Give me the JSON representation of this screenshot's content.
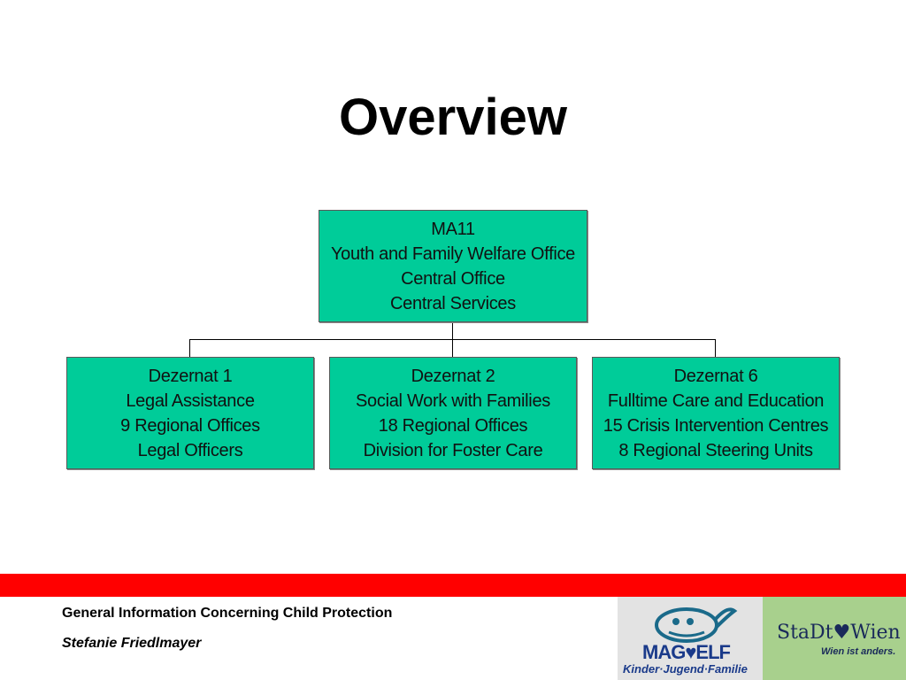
{
  "slide": {
    "title": "Overview"
  },
  "org_chart": {
    "root": {
      "lines": [
        "MA11",
        "Youth and Family Welfare Office",
        "Central Office",
        "Central Services"
      ]
    },
    "children": [
      {
        "lines": [
          "Dezernat 1",
          "Legal Assistance",
          "9 Regional Offices",
          "Legal Officers"
        ]
      },
      {
        "lines": [
          "Dezernat 2",
          "Social Work with Families",
          "18 Regional Offices",
          "Division for Foster Care"
        ]
      },
      {
        "lines": [
          "Dezernat 6",
          "Fulltime Care and Education",
          "15 Crisis Intervention Centres",
          "8 Regional Steering Units"
        ]
      }
    ],
    "box_color": "#00cc99"
  },
  "footer": {
    "line1": "General Information Concerning Child Protection",
    "line2": "Stefanie Friedlmayer",
    "bar_color": "#ff0000",
    "logo_left": {
      "word": "MAG♥ELF",
      "tagline": "Kinder·Jugend·Familie",
      "icon": "whale-logo-icon"
    },
    "logo_right": {
      "word": "StaDt♥Wien",
      "tagline": "Wien ist anders."
    }
  }
}
